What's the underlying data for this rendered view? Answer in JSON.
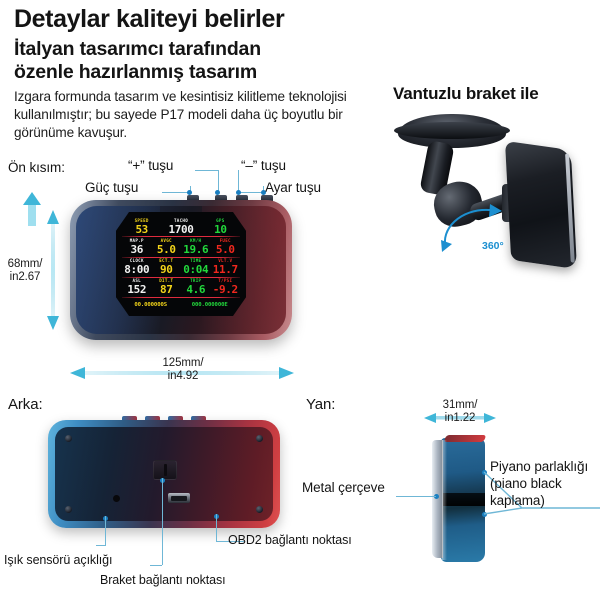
{
  "header": {
    "title": "Detaylar kaliteyi belirler",
    "subtitle_line1": "İtalyan tasarımcı tarafından",
    "subtitle_line2": "özenle hazırlanmış tasarım",
    "body": "Izgara formunda tasarım ve kesintisiz kilitleme teknolojisi kullanılmıştır; bu sayede P17 modeli daha üç boyutlu bir görünüme kavuşur.",
    "right_title": "Vantuzlu braket ile"
  },
  "views": {
    "front_label": "Ön kısım:",
    "rear_label": "Arka:",
    "side_label": "Yan:"
  },
  "front_callouts": {
    "power": "Güç tuşu",
    "plus": "“+” tuşu",
    "minus": "“–” tuşu",
    "setting": "Ayar tuşu"
  },
  "dimensions": {
    "height": "68mm/\nin2.67",
    "height_mm": "68mm/",
    "height_in": "in2.67",
    "width_mm": "125mm/",
    "width_in": "in4.92",
    "depth_mm": "31mm/",
    "depth_in": "in1.22"
  },
  "mount": {
    "rotation_badge": "360°"
  },
  "rear_callouts": {
    "light_sensor": "Işık sensörü açıklığı",
    "bracket_point": "Braket bağlantı noktası",
    "obd2_point": "OBD2 bağlantı noktası"
  },
  "side_callouts": {
    "metal_frame": "Metal çerçeve",
    "piano_line1": "Piyano parlaklığı",
    "piano_line2": "(piano black",
    "piano_line3": "kaplama)"
  },
  "display": {
    "rows": [
      {
        "cells": [
          {
            "label": "SPEED",
            "value": "53",
            "color": "#f2d41a"
          },
          {
            "label": "TACHO",
            "value": "1700",
            "color": "#f2f2f2"
          },
          {
            "label": "GPS",
            "value": "10",
            "color": "#22d83c"
          }
        ]
      },
      {
        "cells": [
          {
            "label": "MAP.P",
            "value": "36",
            "color": "#f2f2f2"
          },
          {
            "label": "AVGC",
            "value": "5.0",
            "color": "#f2d41a"
          },
          {
            "label": "KM/H",
            "value": "19.6",
            "color": "#22d83c"
          },
          {
            "label": "FUEC",
            "value": "5.0",
            "color": "#f0281e"
          }
        ]
      },
      {
        "cells": [
          {
            "label": "CLOCK",
            "value": "8:00",
            "color": "#f2f2f2"
          },
          {
            "label": "ECT.T",
            "value": "90",
            "color": "#f2d41a"
          },
          {
            "label": "TIME",
            "value": "0:04",
            "color": "#22d83c"
          },
          {
            "label": "VLT.V",
            "value": "11.7",
            "color": "#f0281e"
          }
        ]
      },
      {
        "cells": [
          {
            "label": "ASL",
            "value": "152",
            "color": "#f2f2f2"
          },
          {
            "label": "DIT.T",
            "value": "87",
            "color": "#f2d41a"
          },
          {
            "label": "TRIP",
            "value": "4.6",
            "color": "#22d83c"
          },
          {
            "label": "T/PSI",
            "value": "-9.2",
            "color": "#f0281e"
          }
        ]
      }
    ],
    "coord_lat": "00.000000S",
    "coord_lon": "000.000000E",
    "coord_lat_color": "#f2d41a",
    "coord_lon_color": "#22d83c"
  },
  "colors": {
    "accent_line": "#6fb7d6",
    "arrow": "#3fb6d8",
    "badge_blue": "#1c8fd0",
    "text": "#141414"
  }
}
